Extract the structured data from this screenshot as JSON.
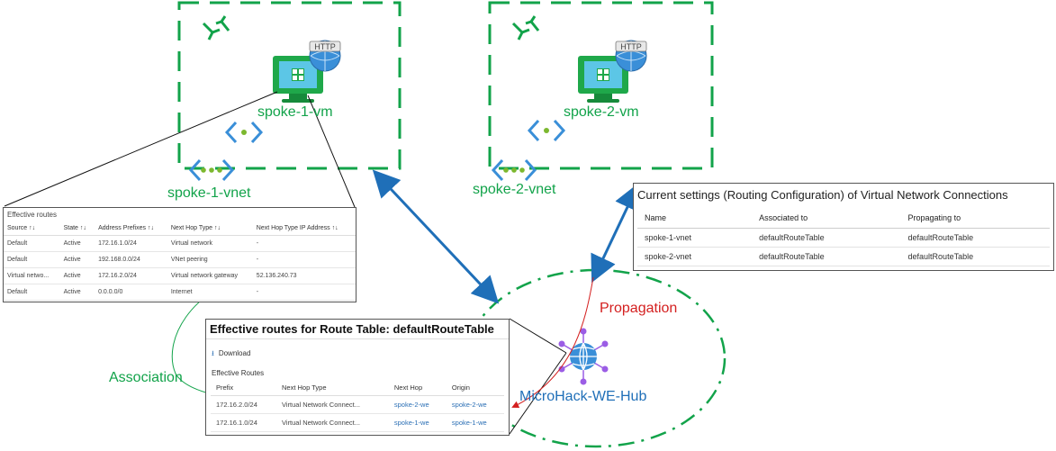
{
  "labels": {
    "spoke1_vm": "spoke-1-vm",
    "spoke2_vm": "spoke-2-vm",
    "spoke1_vnet": "spoke-1-vnet",
    "spoke2_vnet": "spoke-2-vnet",
    "hub": "MicroHack-WE-Hub",
    "propagation": "Propagation",
    "association": "Association",
    "http_badge": "HTTP"
  },
  "vm_routes": {
    "title": "Effective routes",
    "columns": [
      "Source",
      "State",
      "Address Prefixes",
      "Next Hop Type",
      "Next Hop Type IP Address"
    ],
    "rows": [
      [
        "Default",
        "Active",
        "172.16.1.0/24",
        "Virtual network",
        "-"
      ],
      [
        "Default",
        "Active",
        "192.168.0.0/24",
        "VNet peering",
        "-"
      ],
      [
        "Virtual netwo...",
        "Active",
        "172.16.2.0/24",
        "Virtual network gateway",
        "52.136.240.73"
      ],
      [
        "Default",
        "Active",
        "0.0.0.0/0",
        "Internet",
        "-"
      ]
    ]
  },
  "current_settings": {
    "title": "Current settings (Routing Configuration) of Virtual Network Connections",
    "columns": [
      "Name",
      "Associated to",
      "Propagating to"
    ],
    "rows": [
      [
        "spoke-1-vnet",
        "defaultRouteTable",
        "defaultRouteTable"
      ],
      [
        "spoke-2-vnet",
        "defaultRouteTable",
        "defaultRouteTable"
      ]
    ]
  },
  "route_table": {
    "title": "Effective routes for Route Table: defaultRouteTable",
    "download_label": "Download",
    "subtitle": "Effective Routes",
    "columns": [
      "Prefix",
      "Next Hop Type",
      "Next Hop",
      "Origin"
    ],
    "rows": [
      [
        "172.16.2.0/24",
        "Virtual Network Connect...",
        "spoke-2-we",
        "spoke-2-we"
      ],
      [
        "172.16.1.0/24",
        "Virtual Network Connect...",
        "spoke-1-we",
        "spoke-1-we"
      ]
    ]
  },
  "colors": {
    "green": "#12a34a",
    "blue": "#1f6fb8",
    "red": "#d42020",
    "icon_blue": "#3a8fd8",
    "hub_purple": "#9b5de5"
  }
}
